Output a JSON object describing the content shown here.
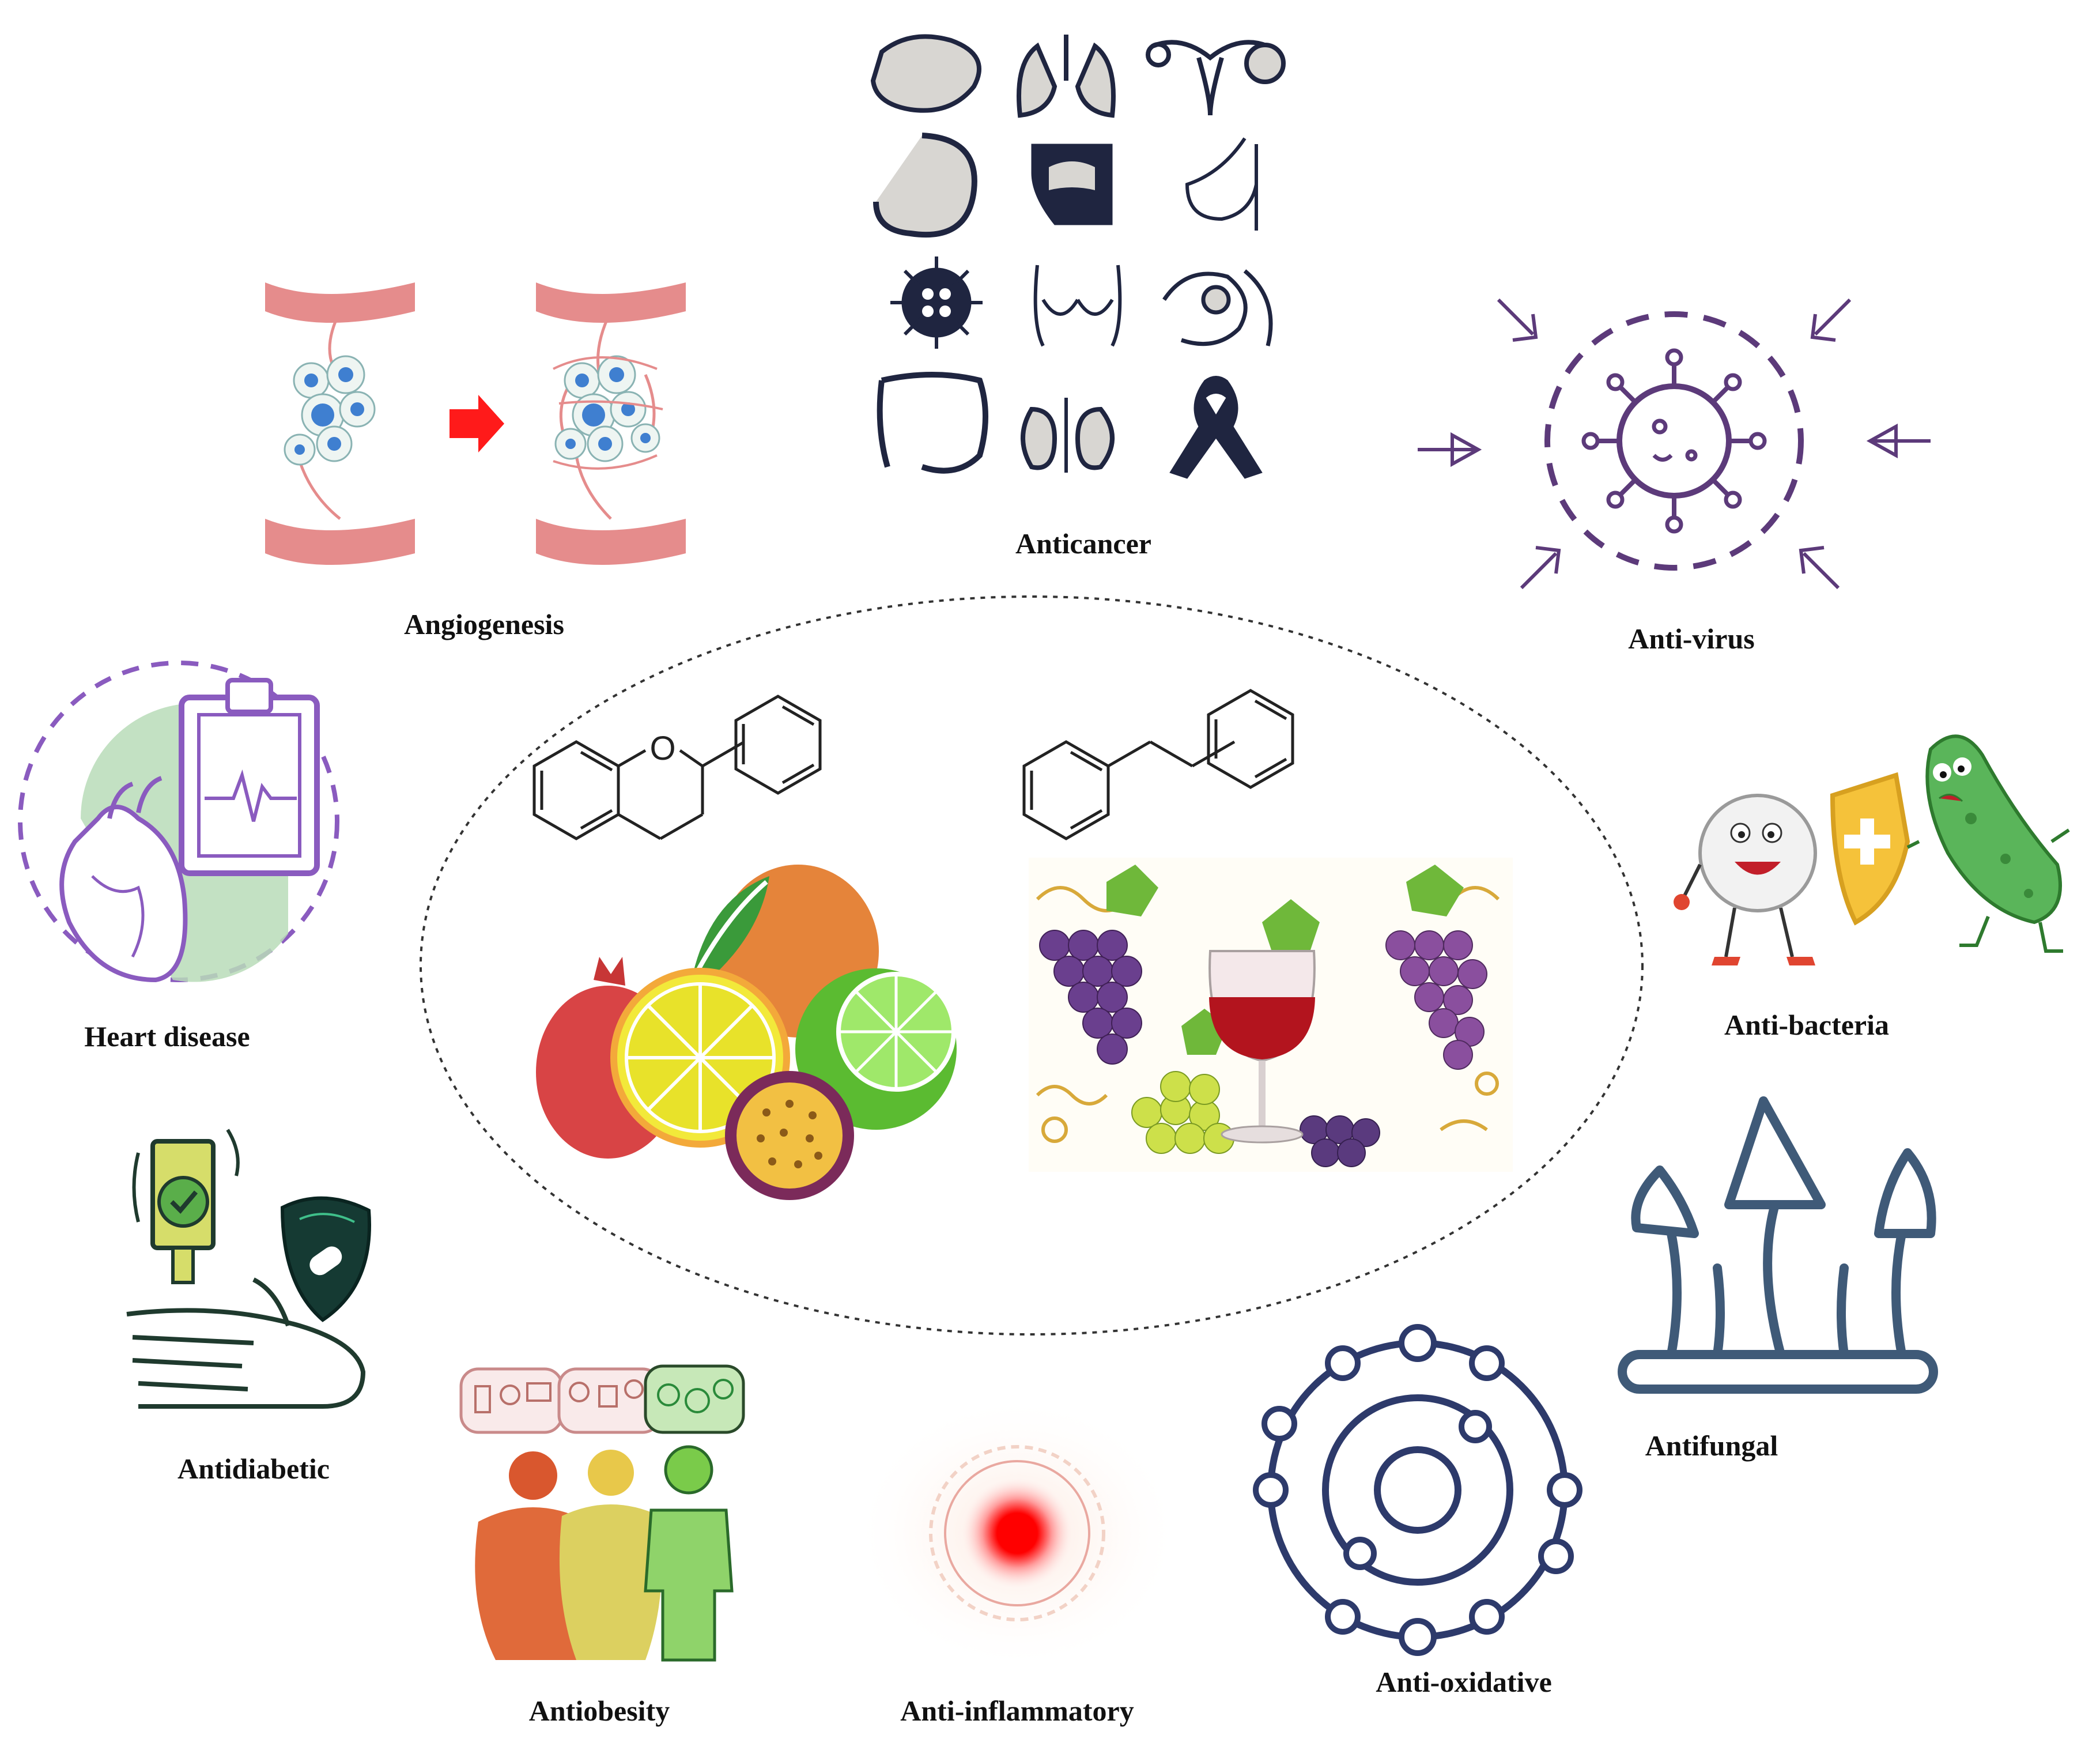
{
  "labels": {
    "anticancer": "Anticancer",
    "angiogenesis": "Angiogenesis",
    "anti_virus": "Anti-virus",
    "heart_disease": "Heart disease",
    "anti_bacteria": "Anti-bacteria",
    "antidiabetic": "Antidiabetic",
    "antifungal": "Antifungal",
    "antiobesity": "Antiobesity",
    "anti_inflammatory": "Anti-inflammatory",
    "anti_oxidative": "Anti-oxidative"
  },
  "center": {
    "left_structure": {
      "atom_label": "O"
    },
    "left_image": "citrus-and-fruit-illustration",
    "right_image": "grapes-and-red-wine-illustration"
  },
  "icons": {
    "anticancer": [
      "liver-icon",
      "lungs-icon",
      "ovary-icon",
      "stomach-icon",
      "throat-icon",
      "breast-profile-icon",
      "cancer-cell-icon",
      "torso-icon",
      "prostate-icon",
      "colon-icon",
      "kidney-icon",
      "awareness-ribbon-icon"
    ],
    "angiogenesis": "tumor-vessel-icon",
    "anti_virus": "virus-target-icon",
    "heart_disease": "heart-monitor-icon",
    "anti_bacteria": "pill-vs-bacteria-icon",
    "antidiabetic": "glucose-meter-hand-icon",
    "antifungal": "mushrooms-icon",
    "antiobesity": "body-weight-people-icon",
    "anti_inflammatory": "inflammation-glow-icon",
    "anti_oxidative": "electron-orbit-icon"
  },
  "colors": {
    "vessel": "#e58c8c",
    "cell_nucleus": "#3f7fd0",
    "arrow_red": "#ff1a1a",
    "virus_purple": "#5c3a7a",
    "heart_purple": "#8a5bbf",
    "heart_green": "#b9dcb9",
    "fungus_blue": "#3f5a78",
    "orbit_navy": "#2d3a6b",
    "organ_dark": "#1f2540",
    "inflam_red": "#ff0000",
    "grape_purple": "#6a3f8e",
    "wine_red": "#b3141e"
  }
}
